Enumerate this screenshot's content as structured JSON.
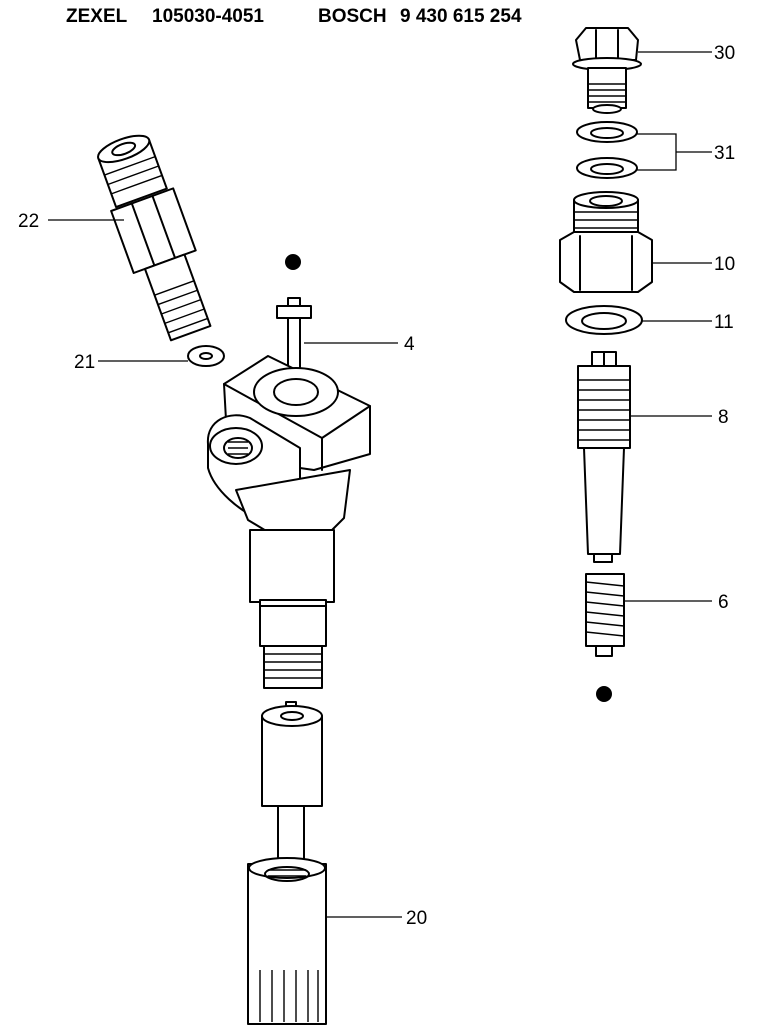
{
  "header": {
    "brand1": "ZEXEL",
    "part1": "105030-4051",
    "brand2": "BOSCH",
    "part2": "9 430 615 254"
  },
  "labels": {
    "l30": "30",
    "l31": "31",
    "l10": "10",
    "l11": "11",
    "l8": "8",
    "l6": "6",
    "l22": "22",
    "l21": "21",
    "l4": "4",
    "l20": "20"
  },
  "colors": {
    "ink": "#000000",
    "paper": "#ffffff"
  }
}
